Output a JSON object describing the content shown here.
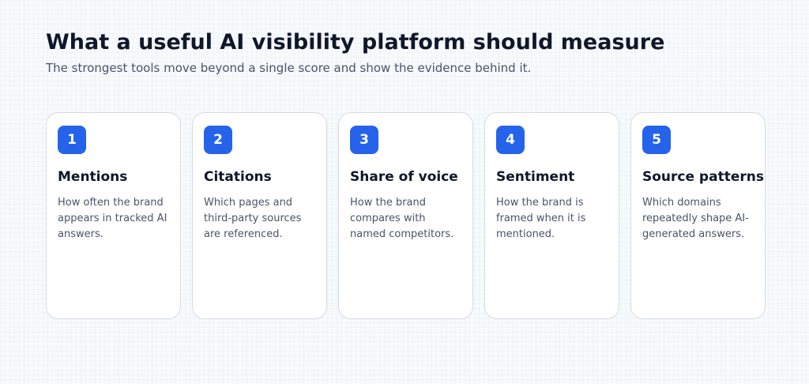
{
  "header": {
    "title": "What a useful AI visibility platform should measure",
    "subtitle": "The strongest tools move beyond a single score and show the evidence behind it."
  },
  "cards": [
    {
      "number": "1",
      "title": "Mentions",
      "description": "How often the brand appears in tracked AI answers."
    },
    {
      "number": "2",
      "title": "Citations",
      "description": "Which pages and third-party sources are referenced."
    },
    {
      "number": "3",
      "title": "Share of voice",
      "description": "How the brand compares with named competitors."
    },
    {
      "number": "4",
      "title": "Sentiment",
      "description": "How the brand is framed when it is mentioned."
    },
    {
      "number": "5",
      "title": "Source patterns",
      "description": "Which domains repeatedly shape AI-generated answers."
    }
  ],
  "colors": {
    "accent": "#2563eb",
    "title": "#0f172a",
    "muted": "#475569"
  }
}
